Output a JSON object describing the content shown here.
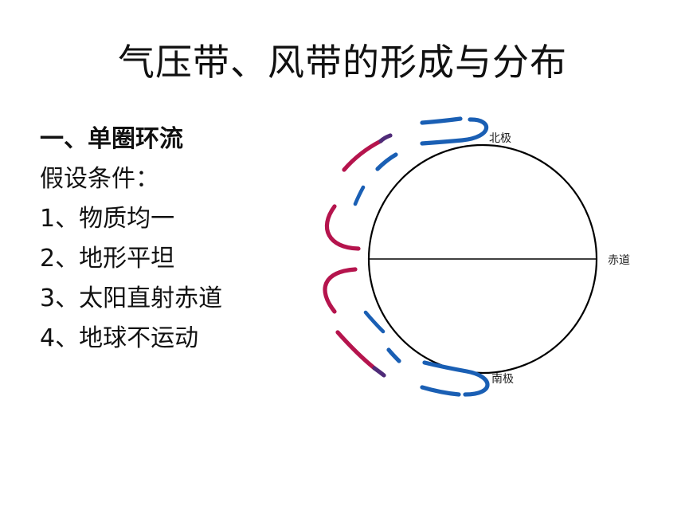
{
  "title": "气压带、风带的形成与分布",
  "content": {
    "section_heading": "一、单圈环流",
    "assumptions_heading": "假设条件：",
    "items": [
      "1、物质均一",
      "2、地形平坦",
      "3、太阳直射赤道",
      "4、地球不运动"
    ]
  },
  "diagram": {
    "labels": {
      "north_pole": "北极",
      "equator": "赤道",
      "south_pole": "南极"
    },
    "colors": {
      "cold_flow": "#1a5fb4",
      "warm_flow": "#b5144d",
      "globe_stroke": "#000000",
      "background": "#ffffff"
    }
  }
}
